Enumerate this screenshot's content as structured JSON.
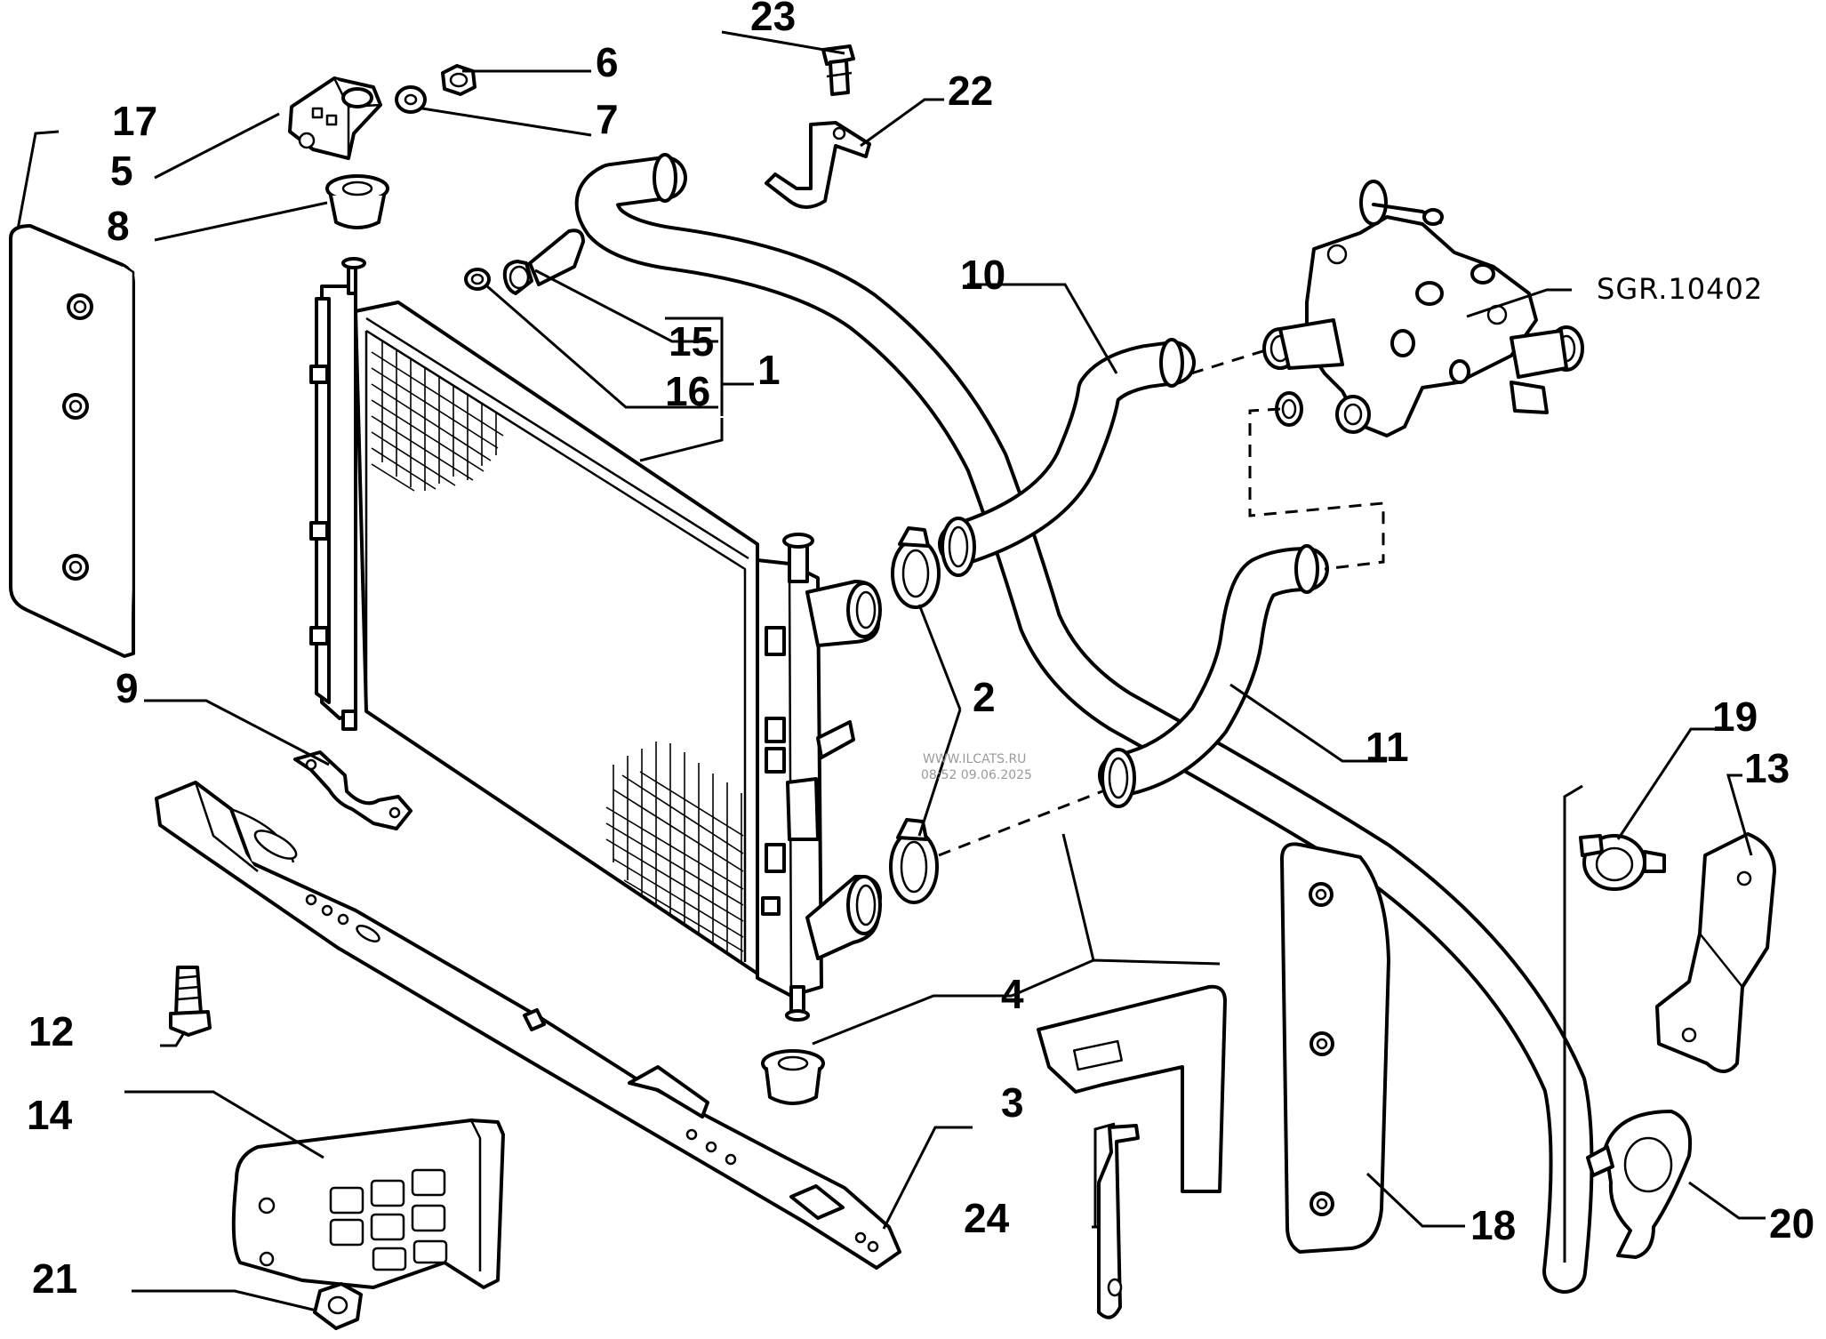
{
  "diagram": {
    "callouts": [
      {
        "id": "c1",
        "label": "1"
      },
      {
        "id": "c2",
        "label": "2"
      },
      {
        "id": "c3",
        "label": "3"
      },
      {
        "id": "c4",
        "label": "4"
      },
      {
        "id": "c5",
        "label": "5"
      },
      {
        "id": "c6",
        "label": "6"
      },
      {
        "id": "c7",
        "label": "7"
      },
      {
        "id": "c8",
        "label": "8"
      },
      {
        "id": "c9",
        "label": "9"
      },
      {
        "id": "c10",
        "label": "10"
      },
      {
        "id": "c11",
        "label": "11"
      },
      {
        "id": "c12",
        "label": "12"
      },
      {
        "id": "c13",
        "label": "13"
      },
      {
        "id": "c14",
        "label": "14"
      },
      {
        "id": "c15",
        "label": "15"
      },
      {
        "id": "c16",
        "label": "16"
      },
      {
        "id": "c17",
        "label": "17"
      },
      {
        "id": "c18",
        "label": "18"
      },
      {
        "id": "c19",
        "label": "19"
      },
      {
        "id": "c20",
        "label": "20"
      },
      {
        "id": "c21",
        "label": "21"
      },
      {
        "id": "c22",
        "label": "22"
      },
      {
        "id": "c23",
        "label": "23"
      },
      {
        "id": "c24",
        "label": "24"
      }
    ],
    "reference_code": "SGR.10402",
    "watermark": {
      "site": "WWW.ILCATS.RU",
      "timestamp": "08:52 09.06.2025"
    }
  }
}
